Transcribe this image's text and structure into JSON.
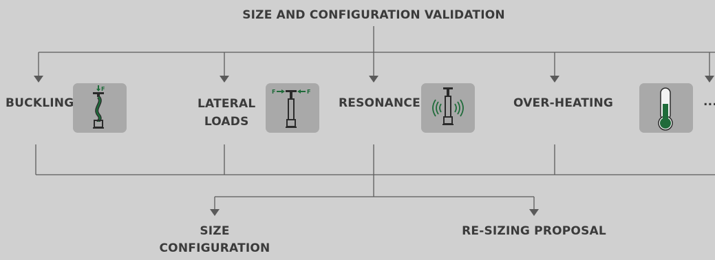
{
  "diagram": {
    "title": "SIZE AND CONFIGURATION VALIDATION",
    "checks": [
      {
        "label": "BUCKLING",
        "icon": "buckling-icon"
      },
      {
        "label": "LATERAL\nLOADS",
        "icon": "lateral-loads-icon"
      },
      {
        "label": "RESONANCE",
        "icon": "resonance-icon"
      },
      {
        "label": "OVER-HEATING",
        "icon": "thermometer-icon"
      },
      {
        "label": "...",
        "icon": ""
      }
    ],
    "icon_text": {
      "force": "F"
    },
    "outcomes": [
      {
        "label": "SIZE\nCONFIGURATION"
      },
      {
        "label": "RE-SIZING PROPOSAL"
      }
    ],
    "colors": {
      "background": "#d0d0d0",
      "line": "#5a5a5a",
      "text": "#3b3b3b",
      "tile": "#a9a9a9",
      "accent_green": "#1f6b3a",
      "actuator": "#2a2a2a"
    }
  }
}
